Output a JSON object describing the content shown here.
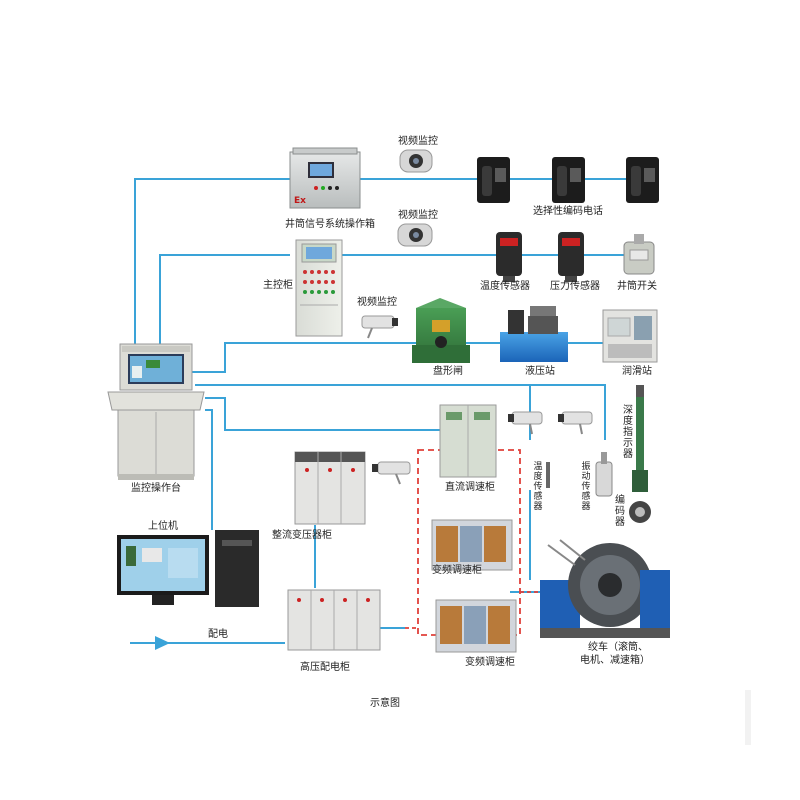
{
  "labels": {
    "video_monitor_1": "视频监控",
    "video_monitor_2": "视频监控",
    "video_monitor_3": "视频监控",
    "shaft_signal_box": "井筒信号系统操作箱",
    "selective_phone": "选择性编码电话",
    "main_cabinet": "主控柜",
    "temp_sensor": "温度传感器",
    "pressure_sensor": "压力传感器",
    "shaft_switch": "井筒开关",
    "disc_brake": "盘形闸",
    "hydraulic_station": "液压站",
    "lube_station": "润滑站",
    "monitor_console": "监控操作台",
    "depth_indicator": "深度指示器",
    "temp_sensor_v": "温度传感器",
    "vibration_sensor_v": "振动传感器",
    "encoder": "编码器",
    "dc_speed_cabinet": "直流调速柜",
    "rectifier_transformer": "整流变压器柜",
    "host_computer": "上位机",
    "vfd_cabinet_1": "变频调速柜",
    "vfd_cabinet_2": "变频调速柜",
    "hv_distribution": "高压配电柜",
    "power_supply": "配电",
    "winch_line1": "绞车（滚筒、",
    "winch_line2": "电机、减速箱）",
    "caption": "示意图"
  },
  "colors": {
    "line": "#3aa3d8",
    "dashed": "#e0403a"
  }
}
